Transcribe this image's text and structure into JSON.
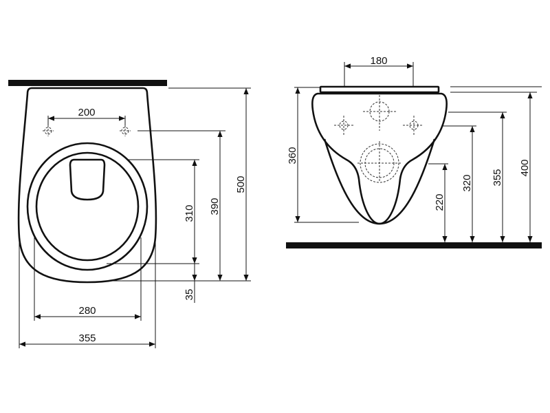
{
  "front_view": {
    "hole_spacing": "200",
    "seat_height_offset": "310",
    "hole_to_front": "390",
    "total_length": "500",
    "front_gap": "35",
    "seat_width": "280",
    "total_width": "355"
  },
  "side_view": {
    "hole_spacing": "180",
    "body_height": "360",
    "outlet_height": "220",
    "inlet_height": "320",
    "rim_lower_height": "355",
    "total_height": "400"
  },
  "colors": {
    "line": "#111111",
    "background": "#ffffff"
  }
}
